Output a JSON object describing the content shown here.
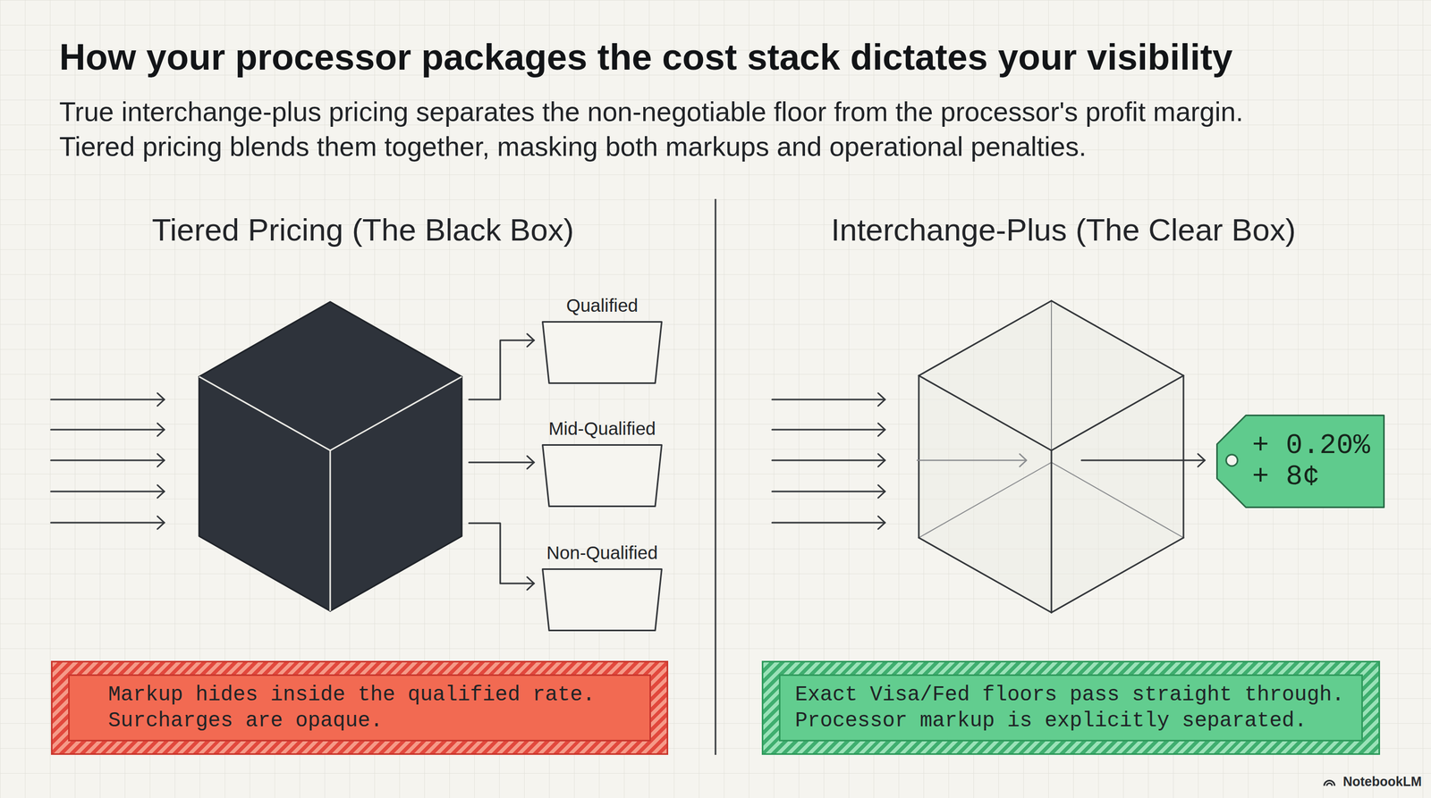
{
  "diagram": {
    "title": "How your processor packages the cost stack dictates your visibility",
    "caption": "True interchange-plus pricing separates the non-negotiable floor from the processor's profit margin. Tiered pricing blends them together, masking both markups and operational penalties.",
    "nodes": [
      {
        "text": [
          "Qualified"
        ]
      },
      {
        "text": [
          "Mid-Qualified"
        ]
      },
      {
        "text": [
          "Non-Qualified"
        ]
      },
      {
        "text": [
          "Markup hides inside the qualified rate. Surcharges are opaque."
        ]
      },
      {
        "text": [
          "+ 0.20%",
          "+ 8¢"
        ]
      },
      {
        "text": [
          "Exact Visa/Fed floors pass straight through. Processor markup is explicitly separated."
        ]
      }
    ],
    "labels": [
      "Tiered Pricing (The Black Box)",
      "Interchange-Plus (The Clear Box)",
      "NotebookLM"
    ]
  }
}
